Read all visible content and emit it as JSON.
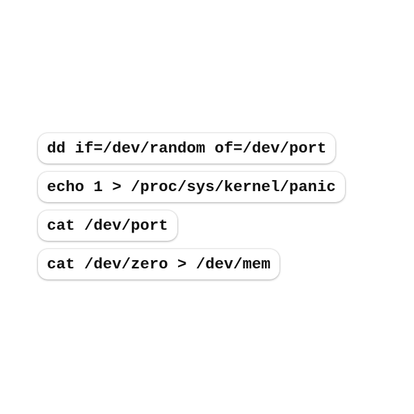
{
  "sticker": {
    "lines": [
      "dd if=/dev/random of=/dev/port",
      "echo 1 > /proc/sys/kernel/panic",
      "cat /dev/port",
      "cat /dev/zero > /dev/mem"
    ]
  },
  "colors": {
    "background": "#ffffff",
    "text": "#111111",
    "sticker_fill": "#ffffff"
  }
}
